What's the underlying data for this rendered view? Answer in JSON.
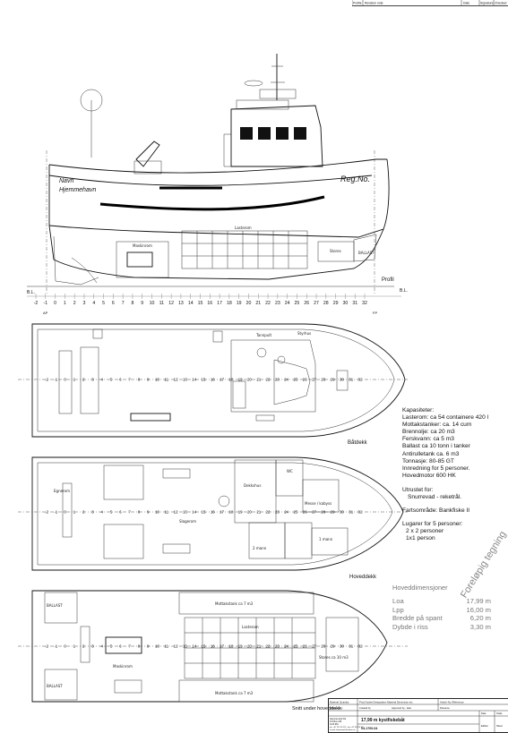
{
  "header_bar": {
    "cells": [
      "Profile",
      "Revision note",
      "Date",
      "Signature",
      "Checked"
    ]
  },
  "views": {
    "profile_label": "Profil",
    "boat_deck_label": "Båtdekk",
    "main_deck_label": "Hoveddekk",
    "section_label": "Snitt under hoveddekk",
    "bl_left": "B.L.",
    "bl_right": "B.L.",
    "ap": "AP",
    "fp": "FP",
    "name_line1": "Navn",
    "name_line2": "Hjemmehavn",
    "reg_no": "Reg.No."
  },
  "frames": [
    "-2",
    "-1",
    "0",
    "1",
    "2",
    "3",
    "4",
    "5",
    "6",
    "7",
    "8",
    "9",
    "10",
    "11",
    "12",
    "13",
    "14",
    "15",
    "16",
    "17",
    "18",
    "19",
    "20",
    "21",
    "22",
    "23",
    "24",
    "25",
    "26",
    "27",
    "28",
    "29",
    "30",
    "31",
    "32"
  ],
  "room_labels": {
    "profile_hold": "Lasterom",
    "profile_engine": "Maskinrom",
    "profile_stores": "Stores",
    "profile_ballast": "BALLAST",
    "boat_deck_left": "Tannpult",
    "boat_deck_right": "Styrhus",
    "main_baiting": "Egnerom",
    "main_deckhouse": "Dekkshus",
    "main_mess": "Messe / kabyss",
    "main_2man": "2 mann",
    "main_1man": "1 mann",
    "main_wc": "WC",
    "main_work": "Slagerom",
    "section_tanks_top": "Mottakstank ca 7 m3",
    "section_tanks_bottom": "Mottakstank ca 7 m3",
    "section_ballast1": "BALLAST",
    "section_ballast2": "BALLAST",
    "section_hold": "Lasterom",
    "section_engine": "Maskinrom",
    "section_stores": "Stores ca 10 m3"
  },
  "specs": {
    "capacity_title": "Kapasiteter:",
    "capacity_lines": [
      "Lasterom: ca 54 containere 420 l",
      "Mottakstanker: ca. 14 cum",
      "Brennolje: ca 20 m3",
      "Ferskvann: ca 5 m3",
      "Ballast ca 10 tonn i tanker",
      "Antirulletank ca. 6 m3",
      "Tonnasje: 80-85 GT",
      "Innredning for 5 personer.",
      "Hovedmotor 600 HK"
    ],
    "equipment_title": "Utrustet for:",
    "equipment_lines": [
      "Snurrevad - reketrål."
    ],
    "area_line": "Fartsområde:  Bankfiske II",
    "cabins_title": "Lugarer for 5 personer:",
    "cabins_lines": [
      "2 x 2 personer",
      "1x1 person"
    ]
  },
  "dimensions": {
    "title": "Hoveddimensjoner",
    "rows": [
      {
        "k": "Loa",
        "v": "17,99 m"
      },
      {
        "k": "Lpp",
        "v": "16,00 m"
      },
      {
        "k": "Bredde på spant",
        "v": "6,20 m"
      },
      {
        "k": "Dybde i riss",
        "v": "3,30 m"
      }
    ]
  },
  "stamp": "Foreløpig tegning",
  "title_block": {
    "top_cells": [
      "Material",
      "Quantity",
      "Prod.Nodes Designation Material Dimension etc",
      "Article-No./Reference"
    ],
    "mid_cells": [
      "Designed by",
      "Created by",
      "Approved by - date",
      "Filename",
      "Date",
      "Scale"
    ],
    "company_lines": [
      "Hamnemark AS",
      "P.O.Box 245",
      "N-00 Øst",
      "ph. +47 XX XX XX - fax +47 XX XX XX",
      "e-mail: hamnmark@online.no"
    ],
    "drawing_title": "17,99 m kystfiskebåt",
    "drawing_number": "04-1700-04",
    "edition": "Edition",
    "sheet": "Sheet"
  }
}
